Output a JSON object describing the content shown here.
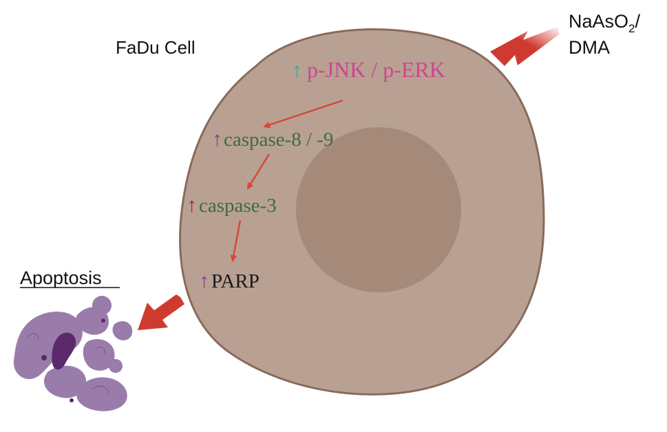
{
  "diagram": {
    "cell_label": "FaDu Cell",
    "treatment": {
      "line1_main": "NaAsO",
      "line1_sub": "2",
      "line1_tail": "/",
      "line2": "DMA"
    },
    "outcome_label": "Apoptosis",
    "up_arrow_glyph": "↑",
    "pathway": [
      {
        "id": "jnk",
        "label": "p-JNK / p-ERK",
        "color": "#d3438c",
        "arrow_color": "#2ba7a5"
      },
      {
        "id": "casp89",
        "label": "caspase-8 / -9",
        "color": "#3d6b3f",
        "arrow_color": "#8a3c8c"
      },
      {
        "id": "casp3",
        "label": "caspase-3",
        "color": "#3d6b3f",
        "arrow_color": "#a4243f"
      },
      {
        "id": "parp",
        "label": "PARP",
        "color": "#1a1a1a",
        "arrow_color": "#8a3c8c"
      }
    ],
    "colors": {
      "cell_fill": "#b8a193",
      "cell_stroke": "#8a6a5a",
      "nucleus_fill": "#a58a7a",
      "stimulus_arrow": "#cf3a2f",
      "pathway_arrow": "#d6483a",
      "apoptotic_body": "#9a7cab",
      "apoptotic_dark": "#5b2a6b"
    }
  }
}
